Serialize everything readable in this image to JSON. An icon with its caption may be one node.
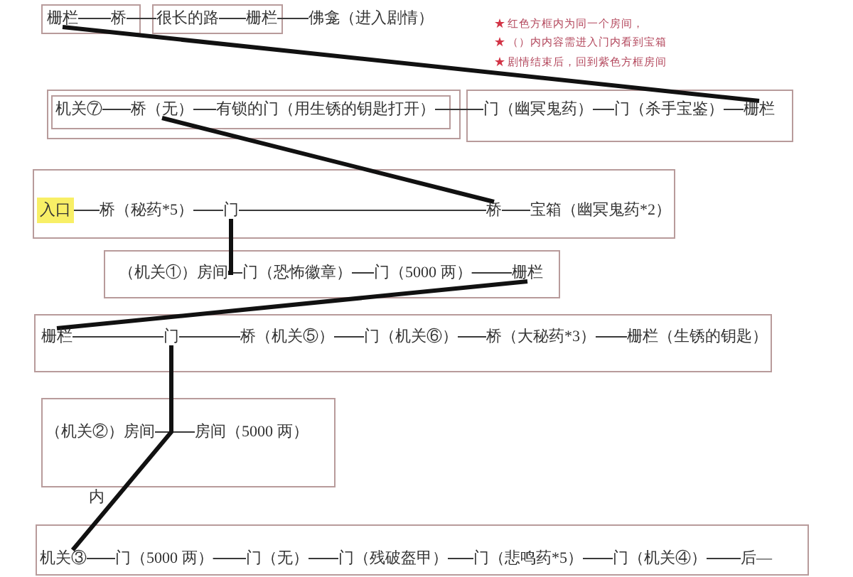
{
  "diagram": {
    "nodes": [
      {
        "text": [],
        "shape": "box"
      },
      {
        "text": [
          "栅栏"
        ],
        "in": 0
      },
      {
        "text": [
          "桥"
        ],
        "in": 0
      },
      {
        "text": [],
        "shape": "box"
      },
      {
        "text": [
          "很长的路"
        ],
        "in": 3
      },
      {
        "text": [
          "栅栏"
        ],
        "in": 3
      },
      {
        "text": [
          "佛龛（进入剧情）"
        ]
      },
      {
        "text": [],
        "shape": "box"
      },
      {
        "text": [],
        "shape": "box",
        "in": 7
      },
      {
        "text": [
          "机关⑦"
        ],
        "in": 8
      },
      {
        "text": [
          "桥（无）"
        ],
        "in": 8
      },
      {
        "text": [
          "有锁的门（用生锈的钥匙打开）"
        ],
        "in": 8
      },
      {
        "text": [],
        "shape": "box"
      },
      {
        "text": [
          "门（幽冥鬼药）"
        ],
        "in": 12
      },
      {
        "text": [
          "门（杀手宝鉴）"
        ],
        "in": 12
      },
      {
        "text": [
          "栅栏"
        ],
        "in": 12
      },
      {
        "text": [],
        "shape": "box"
      },
      {
        "text": [
          "入口"
        ],
        "in": 16
      },
      {
        "text": [
          "桥（秘药*5）"
        ],
        "in": 16
      },
      {
        "text": [
          "门"
        ],
        "in": 16
      },
      {
        "text": [
          "桥"
        ],
        "in": 16
      },
      {
        "text": [
          "宝箱（幽冥鬼药*2）"
        ],
        "in": 16
      },
      {
        "text": [],
        "shape": "box"
      },
      {
        "text": [
          "（机关①）房间"
        ],
        "in": 22
      },
      {
        "text": [
          "门（恐怖徽章）"
        ],
        "in": 22
      },
      {
        "text": [
          "门（5000 两）"
        ],
        "in": 22
      },
      {
        "text": [
          "栅栏"
        ],
        "in": 22
      },
      {
        "text": [],
        "shape": "box"
      },
      {
        "text": [
          "栅栏"
        ],
        "in": 27
      },
      {
        "text": [
          "门"
        ],
        "in": 27
      },
      {
        "text": [
          "桥（机关⑤）"
        ],
        "in": 27
      },
      {
        "text": [
          "门（机关⑥）"
        ],
        "in": 27
      },
      {
        "text": [
          "桥（大秘药*3）"
        ],
        "in": 27
      },
      {
        "text": [
          "栅栏（生锈的钥匙）"
        ],
        "in": 27
      },
      {
        "text": [],
        "shape": "box"
      },
      {
        "text": [
          "（机关②）房间"
        ],
        "in": 34
      },
      {
        "text": [
          "房间（5000 两）"
        ],
        "in": 34
      },
      {
        "text": [],
        "shape": "box"
      },
      {
        "text": [
          "机关③"
        ],
        "in": 37
      },
      {
        "text": [
          "门（5000 两）"
        ],
        "in": 37
      },
      {
        "text": [
          "门（无）"
        ],
        "in": 37
      },
      {
        "text": [
          "门（残破盔甲）"
        ],
        "in": 37
      },
      {
        "text": [
          "门（悲鸣药*5）"
        ],
        "in": 37
      },
      {
        "text": [
          "门（机关④）"
        ],
        "in": 37
      },
      {
        "text": [
          "后—"
        ],
        "in": 37
      }
    ],
    "edges": [
      {
        "from": 1,
        "to": 2,
        "arrow": "none"
      },
      {
        "from": 2,
        "to": 4,
        "arrow": "none"
      },
      {
        "from": 4,
        "to": 5,
        "arrow": "none"
      },
      {
        "from": 5,
        "to": 6,
        "arrow": "none"
      },
      {
        "from": 9,
        "to": 10,
        "arrow": "none"
      },
      {
        "from": 10,
        "to": 11,
        "arrow": "none"
      },
      {
        "from": 11,
        "to": 13,
        "arrow": "none"
      },
      {
        "from": 13,
        "to": 14,
        "arrow": "none"
      },
      {
        "from": 14,
        "to": 15,
        "arrow": "none"
      },
      {
        "from": 17,
        "to": 18,
        "arrow": "none"
      },
      {
        "from": 18,
        "to": 19,
        "arrow": "none"
      },
      {
        "from": 19,
        "to": 20,
        "arrow": "none"
      },
      {
        "from": 20,
        "to": 21,
        "arrow": "none"
      },
      {
        "from": 23,
        "to": 24,
        "arrow": "none"
      },
      {
        "from": 24,
        "to": 25,
        "arrow": "none"
      },
      {
        "from": 25,
        "to": 26,
        "arrow": "none"
      },
      {
        "from": 28,
        "to": 29,
        "arrow": "none"
      },
      {
        "from": 29,
        "to": 30,
        "arrow": "none"
      },
      {
        "from": 30,
        "to": 31,
        "arrow": "none"
      },
      {
        "from": 31,
        "to": 32,
        "arrow": "none"
      },
      {
        "from": 32,
        "to": 33,
        "arrow": "none"
      },
      {
        "from": 35,
        "to": 36,
        "arrow": "none"
      },
      {
        "from": 38,
        "to": 39,
        "arrow": "none"
      },
      {
        "from": 39,
        "to": 40,
        "arrow": "none"
      },
      {
        "from": 40,
        "to": 41,
        "arrow": "none"
      },
      {
        "from": 41,
        "to": 42,
        "arrow": "none"
      },
      {
        "from": 42,
        "to": 43,
        "arrow": "none"
      },
      {
        "from": 43,
        "to": 44,
        "arrow": "none"
      },
      {
        "from": 1,
        "to": 15,
        "arrow": "none",
        "style": "thick"
      },
      {
        "from": 10,
        "to": 20,
        "arrow": "none",
        "style": "thick"
      },
      {
        "from": 19,
        "to": 23,
        "arrow": "none",
        "style": "thick"
      },
      {
        "from": 26,
        "to": 28,
        "arrow": "none",
        "style": "thick"
      },
      {
        "from": 29,
        "to": 38,
        "arrow": "none",
        "style": "thick",
        "label": "内"
      }
    ],
    "labels": [
      "红色方框内为同一个房间，",
      "（）内内容需进入门内看到宝箱",
      "剧情结束后，回到紫色方框房间"
    ]
  }
}
